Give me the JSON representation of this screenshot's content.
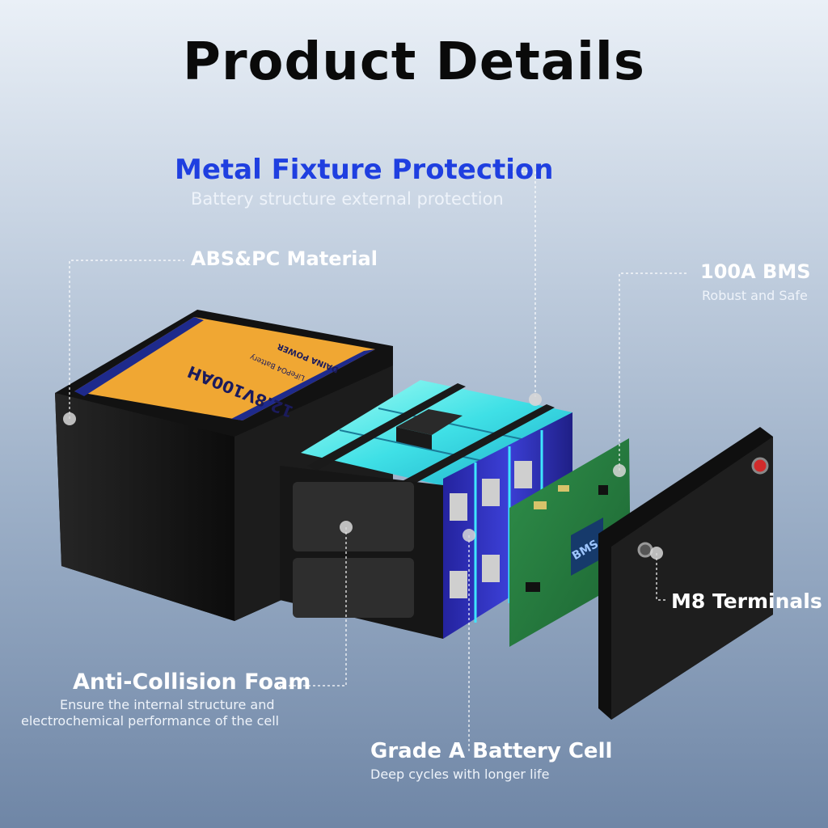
{
  "title": "Product Details",
  "callouts": {
    "metal_fixture": {
      "label": "Metal Fixture Protection",
      "desc": "Battery structure external protection"
    },
    "abs_pc": {
      "label": "ABS&PC Material"
    },
    "bms": {
      "label": "100A BMS",
      "desc": "Robust and Safe"
    },
    "terminals": {
      "label": "M8 Terminals"
    },
    "foam": {
      "label": "Anti-Collision Foam",
      "desc_line1": "Ensure the internal structure and",
      "desc_line2": "electrochemical performance of the cell"
    },
    "cell": {
      "label": "Grade A Battery Cell",
      "desc": "Deep cycles with longer life"
    }
  },
  "battery_label": {
    "brand": "DAINA POWER",
    "model": "12.8V100AH",
    "type": "LiFePO4 Battery"
  },
  "pcb_chip_text": "BMS",
  "colors": {
    "accent_blue": "#1f3fe0",
    "label_orange": "#f0a733",
    "cell_cyan": "#3fe0e6",
    "case_black": "#171717"
  },
  "icons": [
    "callout-dot-icon",
    "terminal-bolt-icon"
  ]
}
